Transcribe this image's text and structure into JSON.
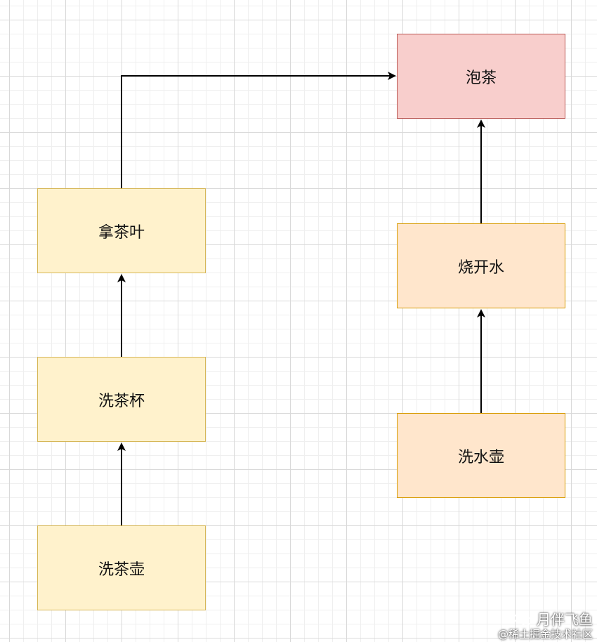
{
  "nodes": {
    "pao_cha": "泡茶",
    "na_cha_ye": "拿茶叶",
    "xi_cha_bei": "洗茶杯",
    "xi_cha_hu": "洗茶壶",
    "shao_kai_shui": "烧开水",
    "xi_shui_hu": "洗水壶"
  },
  "colors": {
    "yellow_fill": "#fff2cc",
    "yellow_stroke": "#d6b656",
    "orange_fill": "#ffe6cc",
    "orange_stroke": "#d79b00",
    "red_fill": "#f8cecc",
    "red_stroke": "#b85450"
  },
  "watermark": {
    "icon": "wechat-icon",
    "account": "月伴飞鱼",
    "site": "@稀土掘金技术社区"
  }
}
